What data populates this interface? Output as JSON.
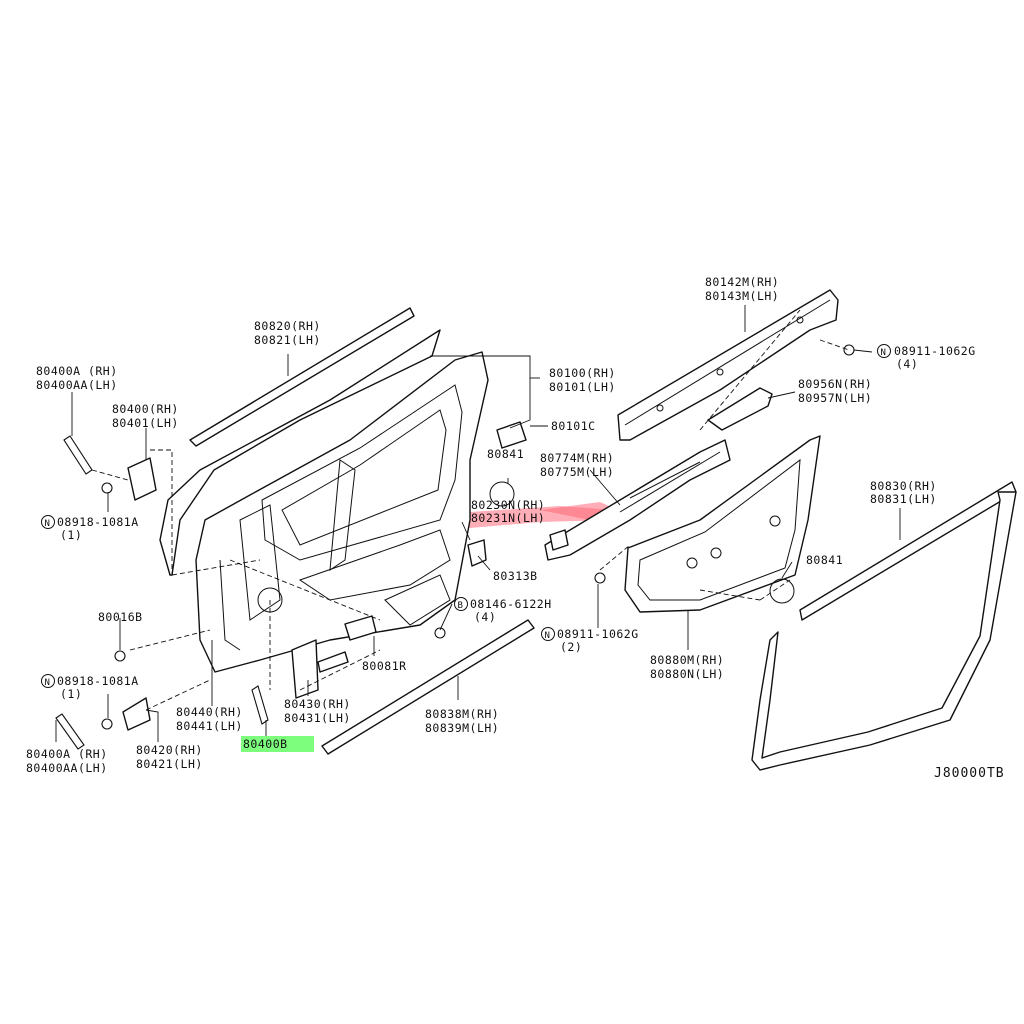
{
  "diagram_code": "J80000TB",
  "highlight_color": "#7dff7d",
  "highlighted_part": "80400B",
  "labels": {
    "l80820": "80820(RH)",
    "l80821": "80821(LH)",
    "l80400A_top": "80400A (RH)",
    "l80400AA_top": "80400AA(LH)",
    "l80400": "80400(RH)",
    "l80401": "80401(LH)",
    "l08918_top": "08918-1081A",
    "l08918_top_qty": "(1)",
    "l80016B": "80016B",
    "l08918_bot": "08918-1081A",
    "l08918_bot_qty": "(1)",
    "l80400A_bot": "80400A (RH)",
    "l80400AA_bot": "80400AA(LH)",
    "l80420": "80420(RH)",
    "l80421": "80421(LH)",
    "l80440": "80440(RH)",
    "l80441": "80441(LH)",
    "l80400B": "80400B",
    "l80430": "80430(RH)",
    "l80431": "80431(LH)",
    "l80081R": "80081R",
    "l80100": "80100(RH)",
    "l80101": "80101(LH)",
    "l80101C": "80101C",
    "l80841_a": "80841",
    "l80230N": "80230N(RH)",
    "l80231N": "80231N(LH)",
    "l80313B": "80313B",
    "l08146": "08146-6122H",
    "l08146_qty": "(4)",
    "l80838M": "80838M(RH)",
    "l80839M": "80839M(LH)",
    "l80142M": "80142M(RH)",
    "l80143M": "80143M(LH)",
    "l08911_top": "08911-1062G",
    "l08911_top_qty": "(4)",
    "l80956N": "80956N(RH)",
    "l80957N": "80957N(LH)",
    "l80774M": "80774M(RH)",
    "l80775M": "80775M(LH)",
    "l08911_bot": "08911-1062G",
    "l08911_bot_qty": "(2)",
    "l80880M": "80880M(RH)",
    "l80880N": "80880N(LH)",
    "l80841_b": "80841",
    "l80830": "80830(RH)",
    "l80831": "80831(LH)"
  },
  "symbols": {
    "n_mark": "N",
    "b_mark": "B"
  },
  "icons": [
    "bolt-icon",
    "nut-icon",
    "hinge-icon",
    "door-check-icon",
    "plug-icon"
  ]
}
